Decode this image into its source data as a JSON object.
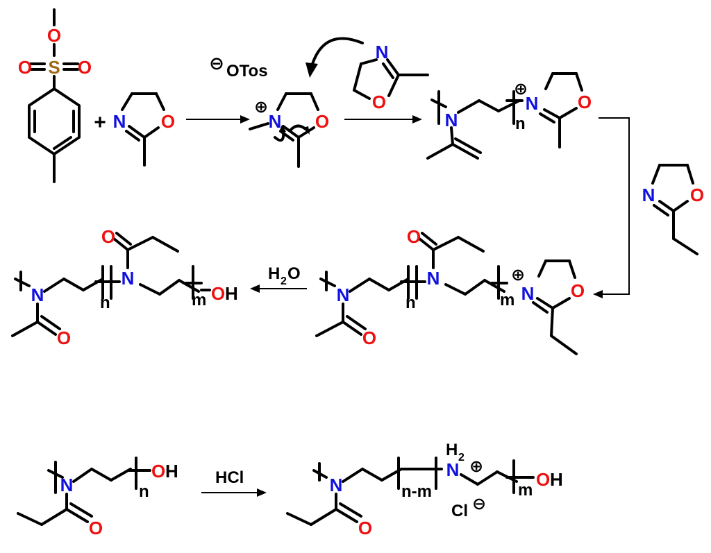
{
  "atoms": {
    "N": "N",
    "O": "O",
    "S": "S",
    "OH": "OH",
    "H2": "H",
    "H2_sub": "2"
  },
  "symbols": {
    "plus": "+",
    "charge_plus": "⊕",
    "charge_minus": "⊖"
  },
  "labels": {
    "counterion": "OTos",
    "chloride": "Cl",
    "n": "n",
    "m": "m",
    "n_minus_m": "n-m"
  },
  "reagents": {
    "water_H": "H",
    "water_sub": "2",
    "water_O": "O",
    "acid": "HCl"
  },
  "colors": {
    "nitrogen": "#1010e0",
    "oxygen": "#ee1111",
    "sulfur": "#a06818",
    "bond": "#000000"
  }
}
